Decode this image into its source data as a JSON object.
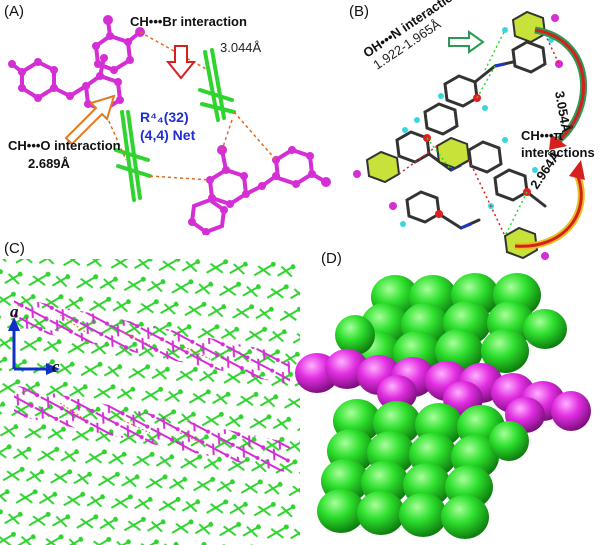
{
  "panels": {
    "a": {
      "label": "(A)",
      "ann_chbr": "CH•••Br interaction",
      "dist_chbr": "3.044Å",
      "net_line1": "R⁴₄(32)",
      "net_line2": "(4,4) Net",
      "ann_cho": "CH•••O interaction",
      "dist_cho": "2.689Å"
    },
    "b": {
      "label": "(B)",
      "ann_ohn": "OH•••N interaction",
      "range_ohn": "1.922-1.965Å",
      "ann_chpi_1": "CH•••π",
      "ann_chpi_2": "interactions",
      "dist_1": "3.054Å",
      "dist_2": "2.964Å"
    },
    "c": {
      "label": "(C)",
      "axis_a": "a",
      "axis_c": "c"
    },
    "d": {
      "label": "(D)"
    }
  },
  "colors": {
    "green_molecule": "#2fd42f",
    "magenta_molecule": "#d42fd4",
    "contact_line": "#e06a1e",
    "axis_blue": "#1030c8",
    "net_blue": "#1f2fd6",
    "arrow_red": "#d62020",
    "arrow_orange": "#e07a20",
    "arrow_green": "#2a9a55",
    "ring_fill": "#c8e23a"
  }
}
